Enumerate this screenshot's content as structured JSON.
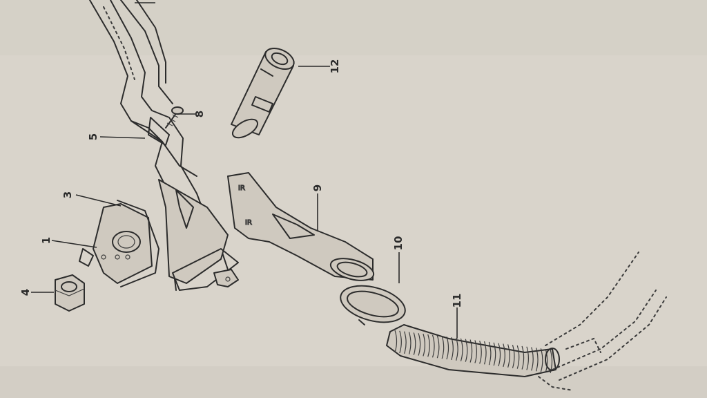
{
  "diagram": {
    "callouts": [
      {
        "id": "c1",
        "text": "1"
      },
      {
        "id": "c3",
        "text": "3"
      },
      {
        "id": "c4",
        "text": "4"
      },
      {
        "id": "c5",
        "text": "5"
      },
      {
        "id": "c8",
        "text": "8"
      },
      {
        "id": "c9",
        "text": "9"
      },
      {
        "id": "c10",
        "text": "10"
      },
      {
        "id": "c11",
        "text": "11"
      },
      {
        "id": "c12",
        "text": "12"
      }
    ]
  }
}
